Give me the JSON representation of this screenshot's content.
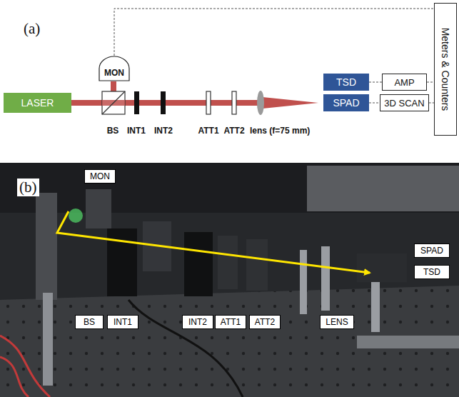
{
  "diagram": {
    "nodes": [
      {
        "text": [
          "MON"
        ]
      },
      {
        "text": [
          "LASER"
        ]
      },
      {
        "text": [
          "TSD"
        ]
      },
      {
        "text": [
          "SPAD"
        ]
      },
      {
        "text": [
          "AMP"
        ]
      },
      {
        "text": [
          "3D SCAN"
        ]
      },
      {
        "text": [
          "Meters & Counters"
        ]
      },
      {
        "text": [
          "MON"
        ]
      },
      {
        "text": [
          "SPAD"
        ]
      },
      {
        "text": [
          "TSD"
        ]
      },
      {
        "text": [
          "BS"
        ]
      },
      {
        "text": [
          "INT1"
        ]
      },
      {
        "text": [
          "INT2"
        ]
      },
      {
        "text": [
          "ATT1"
        ]
      },
      {
        "text": [
          "ATT2"
        ]
      },
      {
        "text": [
          "LENS"
        ]
      }
    ],
    "edges": [
      {
        "from": 0,
        "to": 6,
        "arrow": "none"
      },
      {
        "from": 2,
        "to": 4,
        "arrow": "none"
      },
      {
        "from": 3,
        "to": 5,
        "arrow": "none"
      },
      {
        "from": 4,
        "to": 6,
        "arrow": "none"
      },
      {
        "from": 5,
        "to": 6,
        "arrow": "none"
      }
    ],
    "labels": [
      "(a)",
      "BS",
      "INT1",
      "INT2",
      "ATT1",
      "ATT2",
      "lens (f=75 mm)",
      "(b)"
    ]
  }
}
